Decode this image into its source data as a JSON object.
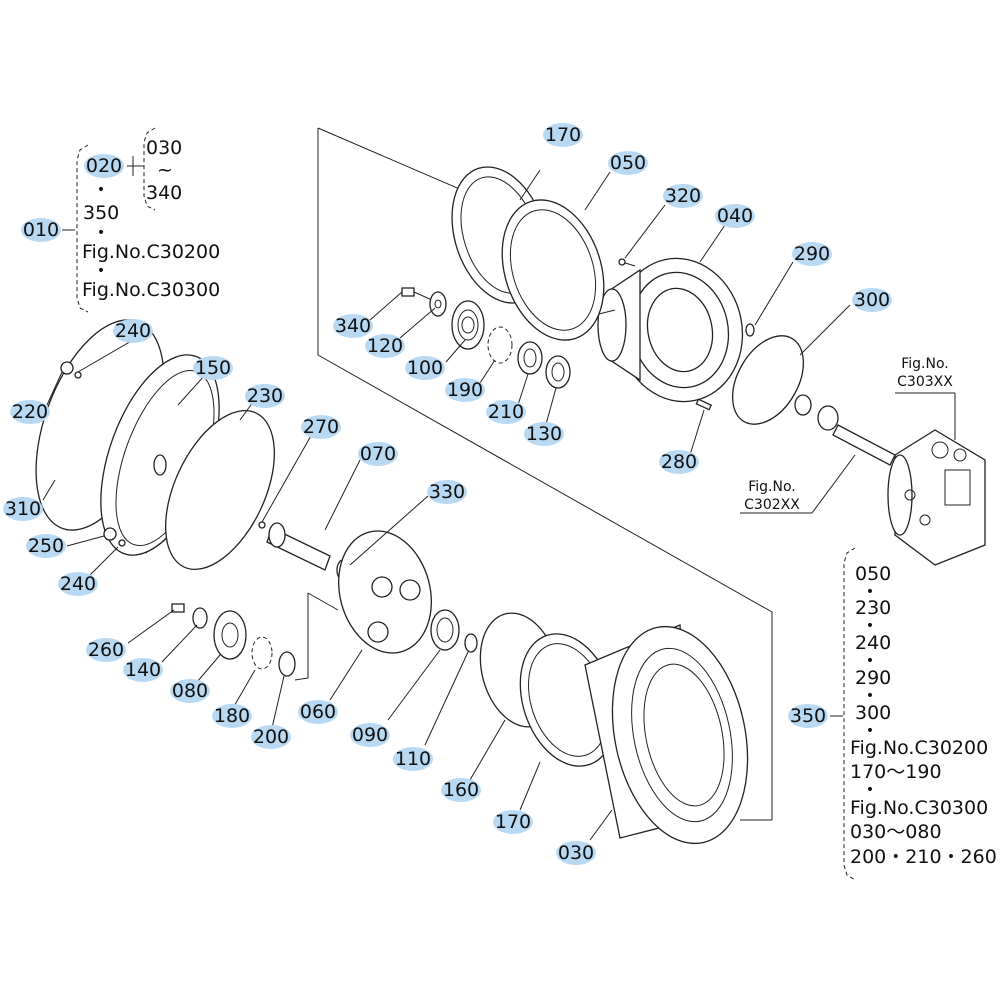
{
  "callouts": [
    {
      "id": "c010",
      "label": "010"
    },
    {
      "id": "c020",
      "label": "020"
    },
    {
      "id": "c350",
      "label": "350"
    },
    {
      "id": "c170a",
      "label": "170"
    },
    {
      "id": "c050",
      "label": "050"
    },
    {
      "id": "c320",
      "label": "320"
    },
    {
      "id": "c040",
      "label": "040"
    },
    {
      "id": "c290",
      "label": "290"
    },
    {
      "id": "c300",
      "label": "300"
    },
    {
      "id": "c340",
      "label": "340"
    },
    {
      "id": "c120",
      "label": "120"
    },
    {
      "id": "c100",
      "label": "100"
    },
    {
      "id": "c190",
      "label": "190"
    },
    {
      "id": "c210",
      "label": "210"
    },
    {
      "id": "c130",
      "label": "130"
    },
    {
      "id": "c280",
      "label": "280"
    },
    {
      "id": "c240a",
      "label": "240"
    },
    {
      "id": "c150",
      "label": "150"
    },
    {
      "id": "c230",
      "label": "230"
    },
    {
      "id": "c220",
      "label": "220"
    },
    {
      "id": "c270",
      "label": "270"
    },
    {
      "id": "c070",
      "label": "070"
    },
    {
      "id": "c330",
      "label": "330"
    },
    {
      "id": "c310",
      "label": "310"
    },
    {
      "id": "c250",
      "label": "250"
    },
    {
      "id": "c240b",
      "label": "240"
    },
    {
      "id": "c260",
      "label": "260"
    },
    {
      "id": "c140",
      "label": "140"
    },
    {
      "id": "c080",
      "label": "080"
    },
    {
      "id": "c180",
      "label": "180"
    },
    {
      "id": "c200",
      "label": "200"
    },
    {
      "id": "c060",
      "label": "060"
    },
    {
      "id": "c090",
      "label": "090"
    },
    {
      "id": "c110",
      "label": "110"
    },
    {
      "id": "c160",
      "label": "160"
    },
    {
      "id": "c170b",
      "label": "170"
    },
    {
      "id": "c030",
      "label": "030"
    }
  ],
  "group_010": {
    "sub_020_a": "030",
    "sub_020_tilde": "~",
    "sub_020_b": "340",
    "item_350": "350",
    "item_fig1": "Fig.No.C30200",
    "item_fig2": "Fig.No.C30300"
  },
  "group_350": {
    "items": [
      "050",
      "230",
      "240",
      "290",
      "300",
      "Fig.No.C30200",
      "170～190",
      "Fig.No.C30300",
      "030～080",
      "200・210・260"
    ]
  },
  "refs": {
    "fig303_l1": "Fig.No.",
    "fig303_l2": "C303XX",
    "fig302_l1": "Fig.No.",
    "fig302_l2": "C302XX"
  },
  "colors": {
    "callout_fill": "#b9d9f3",
    "line": "#222222",
    "background": "#ffffff"
  }
}
